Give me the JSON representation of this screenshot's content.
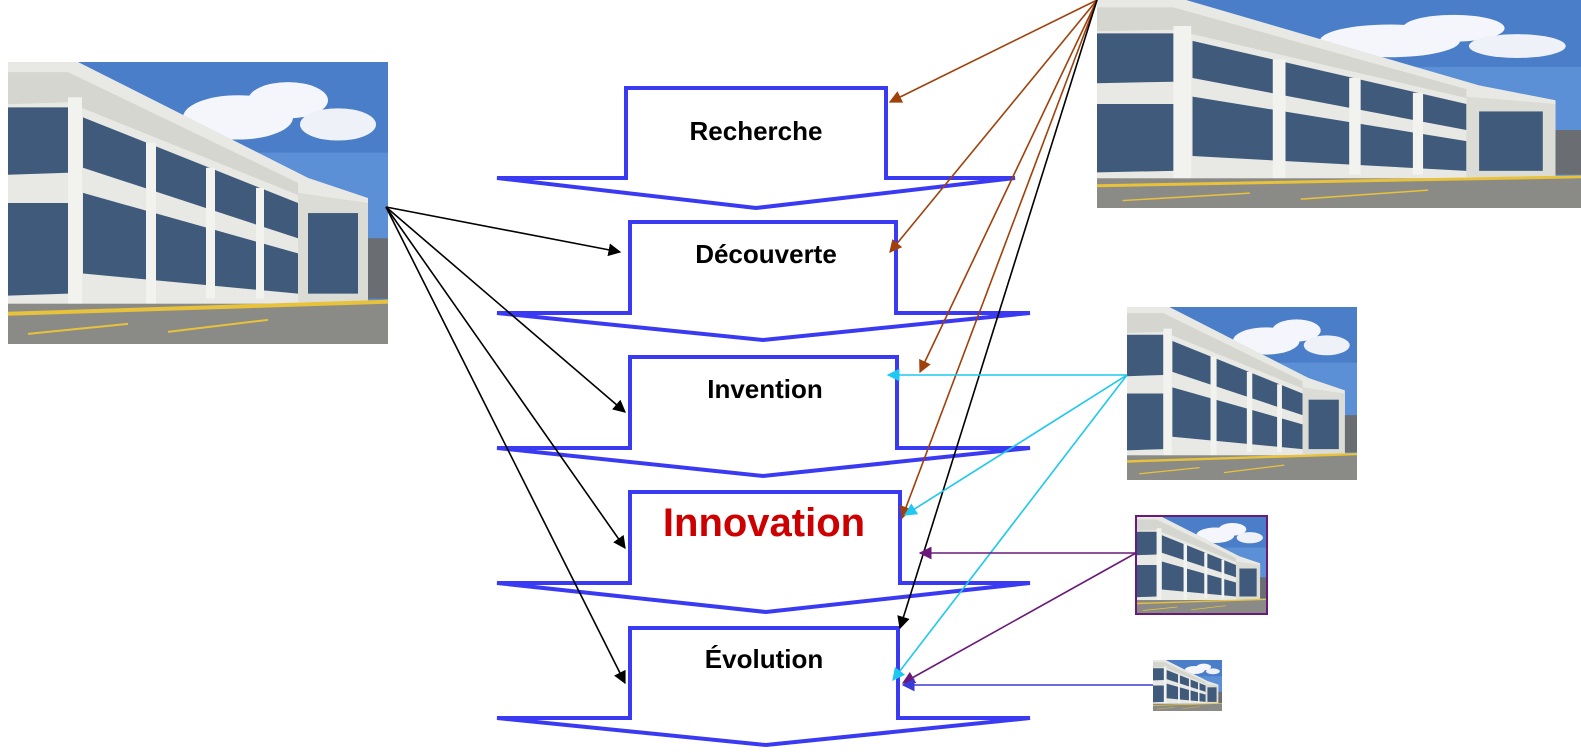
{
  "stages": [
    {
      "id": "recherche",
      "label": "Recherche",
      "highlight": false
    },
    {
      "id": "decouverte",
      "label": "Découverte",
      "highlight": false
    },
    {
      "id": "invention",
      "label": "Invention",
      "highlight": false
    },
    {
      "id": "innovation",
      "label": "Innovation",
      "highlight": true
    },
    {
      "id": "evolution",
      "label": "Évolution",
      "highlight": false
    }
  ],
  "colors": {
    "stage_outline": "#3a3af2",
    "highlight_text": "#cc0000",
    "normal_text": "#000000",
    "arrow_black": "#000000",
    "arrow_brown": "#a0400a",
    "arrow_cyan": "#1ec8f0",
    "arrow_purple": "#6a1a7a",
    "arrow_blue": "#3a3ad8",
    "sky": "#5b8fd6",
    "cloud": "#f4f6fb",
    "facade": "#e8e8e4",
    "glass": "#3f5a7a",
    "pavement": "#8a8a86",
    "curb_yellow": "#e8c23a"
  },
  "photos": [
    {
      "id": "photo-large-left",
      "depicts": "office-building",
      "border": false
    },
    {
      "id": "photo-top-right",
      "depicts": "office-building",
      "border": false
    },
    {
      "id": "photo-mid-right",
      "depicts": "office-building",
      "border": false
    },
    {
      "id": "photo-small-right",
      "depicts": "office-building",
      "border": true
    },
    {
      "id": "photo-tiny-right",
      "depicts": "office-building",
      "border": false
    }
  ]
}
